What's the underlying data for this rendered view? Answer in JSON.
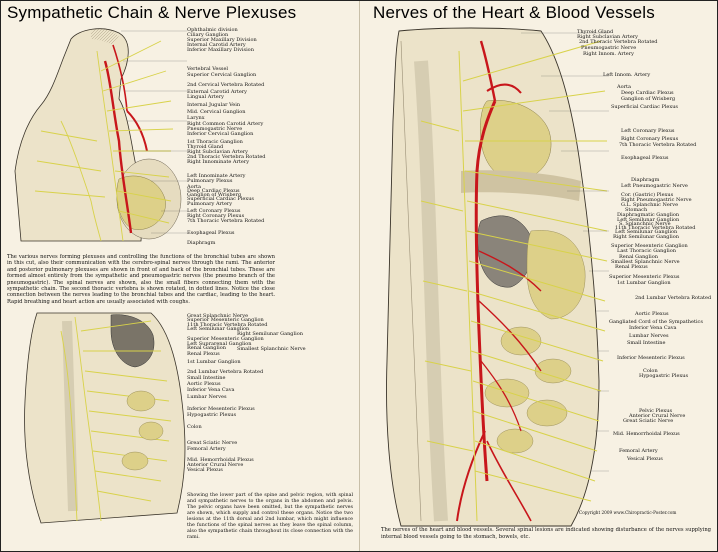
{
  "left_title": "Sympathetic Chain & Nerve Plexuses",
  "right_title": "Nerves of the Heart & Blood Vessels",
  "left_top_labels": [
    "Ophthalmic division",
    "Ciliary Ganglion",
    "Superior Maxillary Division",
    "Internal Carotid Artery",
    "Inferior Maxillary Division",
    "Vertebral Vessel",
    "Superior Cervical Ganglion",
    "2nd Cervical Vertebra Rotated",
    "External Carotid Artery",
    "Lingual Artery",
    "Internal Jugular Vein",
    "Mid. Cervical Ganglion",
    "Larynx",
    "Right Common Carotid Artery",
    "Pneumogastric Nerve",
    "Inferior Cervical Ganglion",
    "1st Thoracic Ganglion",
    "Thyroid Gland",
    "Right Subclavian Artery",
    "2nd Thoracic Vertebra Rotated",
    "Right Innominate Artery",
    "Left Innominate Artery",
    "Pulmonary Plexus",
    "Aorta",
    "Deep Cardiac Plexus",
    "Ganglion of Wrisberg",
    "Superficial Cardiac Plexus",
    "Pulmonary Artery",
    "Left Coronary Plexus",
    "Right Coronary Plexus",
    "7th Thoracic Vertebra Rotated",
    "Esophageal Plexus",
    "Diaphragm"
  ],
  "left_paragraph": "The various nerves forming plexuses and controlling the functions of the bronchial tubes are shown in this cut, also their communication with the cerebro-spinal nerves through the rami. The anterior and posterior pulmonary plexuses are shown in front of and back of the bronchial tubes. These are formed almost entirely from the sympathetic and pneumogastric nerves (the pneumo branch of the pneumogastric). The spinal nerves are shown, also the small fibers connecting them with the sympathetic chain. The second thoracic vertebra is shown rotated, in dotted lines. Notice the close connection between the nerves leading to the bronchial tubes and the cardiac, leading to the heart. Rapid breathing and heart action are usually associated with coughs.",
  "left_bottom_labels": [
    "Great Splanchnic Nerve",
    "Superior Mesenteric Ganglion",
    "11th Thoracic Vertebra Rotated",
    "Left Semilunar Ganglion",
    "Right Semilunar Ganglion",
    "Superior Mesenteric Ganglion",
    "Left Suprarenal Ganglion",
    "Renal Ganglion",
    "Smallest Splanchnic Nerve",
    "Renal Plexus",
    "1st Lumbar Ganglion",
    "2nd Lumbar Vertebra Rotated",
    "Small Intestine",
    "Aortic Plexus",
    "Inferior Vena Cava",
    "Lumbar Nerves",
    "Inferior Mesenteric Plexus",
    "Hypogastric Plexus",
    "Colon",
    "Great Sciatic Nerve",
    "Femoral Artery",
    "Mid. Hemorrhoidal Plexus",
    "Anterior Crural Nerve",
    "Vesical Plexus"
  ],
  "left_bottom_paragraph": "Showing the lower part of the spine and pelvic region, with spinal and sympathetic nerves to the organs in the abdomen and pelvis. The pelvic organs have been omitted, but the sympathetic nerves are shown, which supply and control these organs. Notice the two lesions at the 11th dorsal and 2nd lumbar, which might influence the functions of the spinal nerves as they leave the spinal column, also the sympathetic chain throughout its close connection with the rami.",
  "right_labels": [
    "Thyroid Gland",
    "Right Subclavian Artery",
    "2nd Thoracic Vertebra Rotated",
    "Pneumogastric Nerve",
    "Right Innom. Artery",
    "Left Innom. Artery",
    "Aorta",
    "Deep Cardiac Plexus",
    "Ganglion of Wrisberg",
    "Superficial Cardiac Plexus",
    "Left Coronary Plexus",
    "Right Coronary Plexus",
    "7th Thoracic Vertebra Rotated",
    "Esophageal Plexus",
    "Diaphragm",
    "Left Pneumogastric Nerve",
    "Cor. (Gastric) Plexus",
    "Right Pneumogastric Nerve",
    "G.L. Splanchnic Nerve",
    "Stomach",
    "Diaphragmatic Ganglion",
    "Left Semilunar Ganglion",
    "S. Splanchnic Nerve",
    "11th Thoracic Vertebra Rotated",
    "Left Semilunar Ganglion",
    "Right Semilunar Ganglion",
    "Superior Mesenteric Ganglion",
    "Last Thoracic Ganglion",
    "Renal Ganglion",
    "Smallest Splanchnic Nerve",
    "Renal Plexus",
    "Superior Mesenteric Plexus",
    "1st Lumbar Ganglion",
    "2nd Lumbar Vertebra Rotated",
    "Aortic Plexus",
    "Gangliated Cord of the Sympathetics",
    "Inferior Vena Cava",
    "Lumbar Nerves",
    "Small Intestine",
    "Inferior Mesenteric Plexus",
    "Colon",
    "Hypogastric Plexus",
    "Pelvic Plexus",
    "Anterior Crural Nerve",
    "Great Sciatic Nerve",
    "Mid. Hemorrhoidal Plexus",
    "Femoral Artery",
    "Vesical Plexus"
  ],
  "right_caption": "The nerves of the heart and blood vessels. Several spinal lesions are indicated showing disturbance of the nerves supplying internal blood vessels going to the stomach, bowels, etc.",
  "copyright": "Copyright 2009 www.Chiropractic-Poster.com",
  "colors": {
    "background": "#f7f1e3",
    "nerve": "#d8d24a",
    "artery": "#c8161b",
    "tissue": "#ece3c9",
    "ink": "#1a1a1a"
  }
}
